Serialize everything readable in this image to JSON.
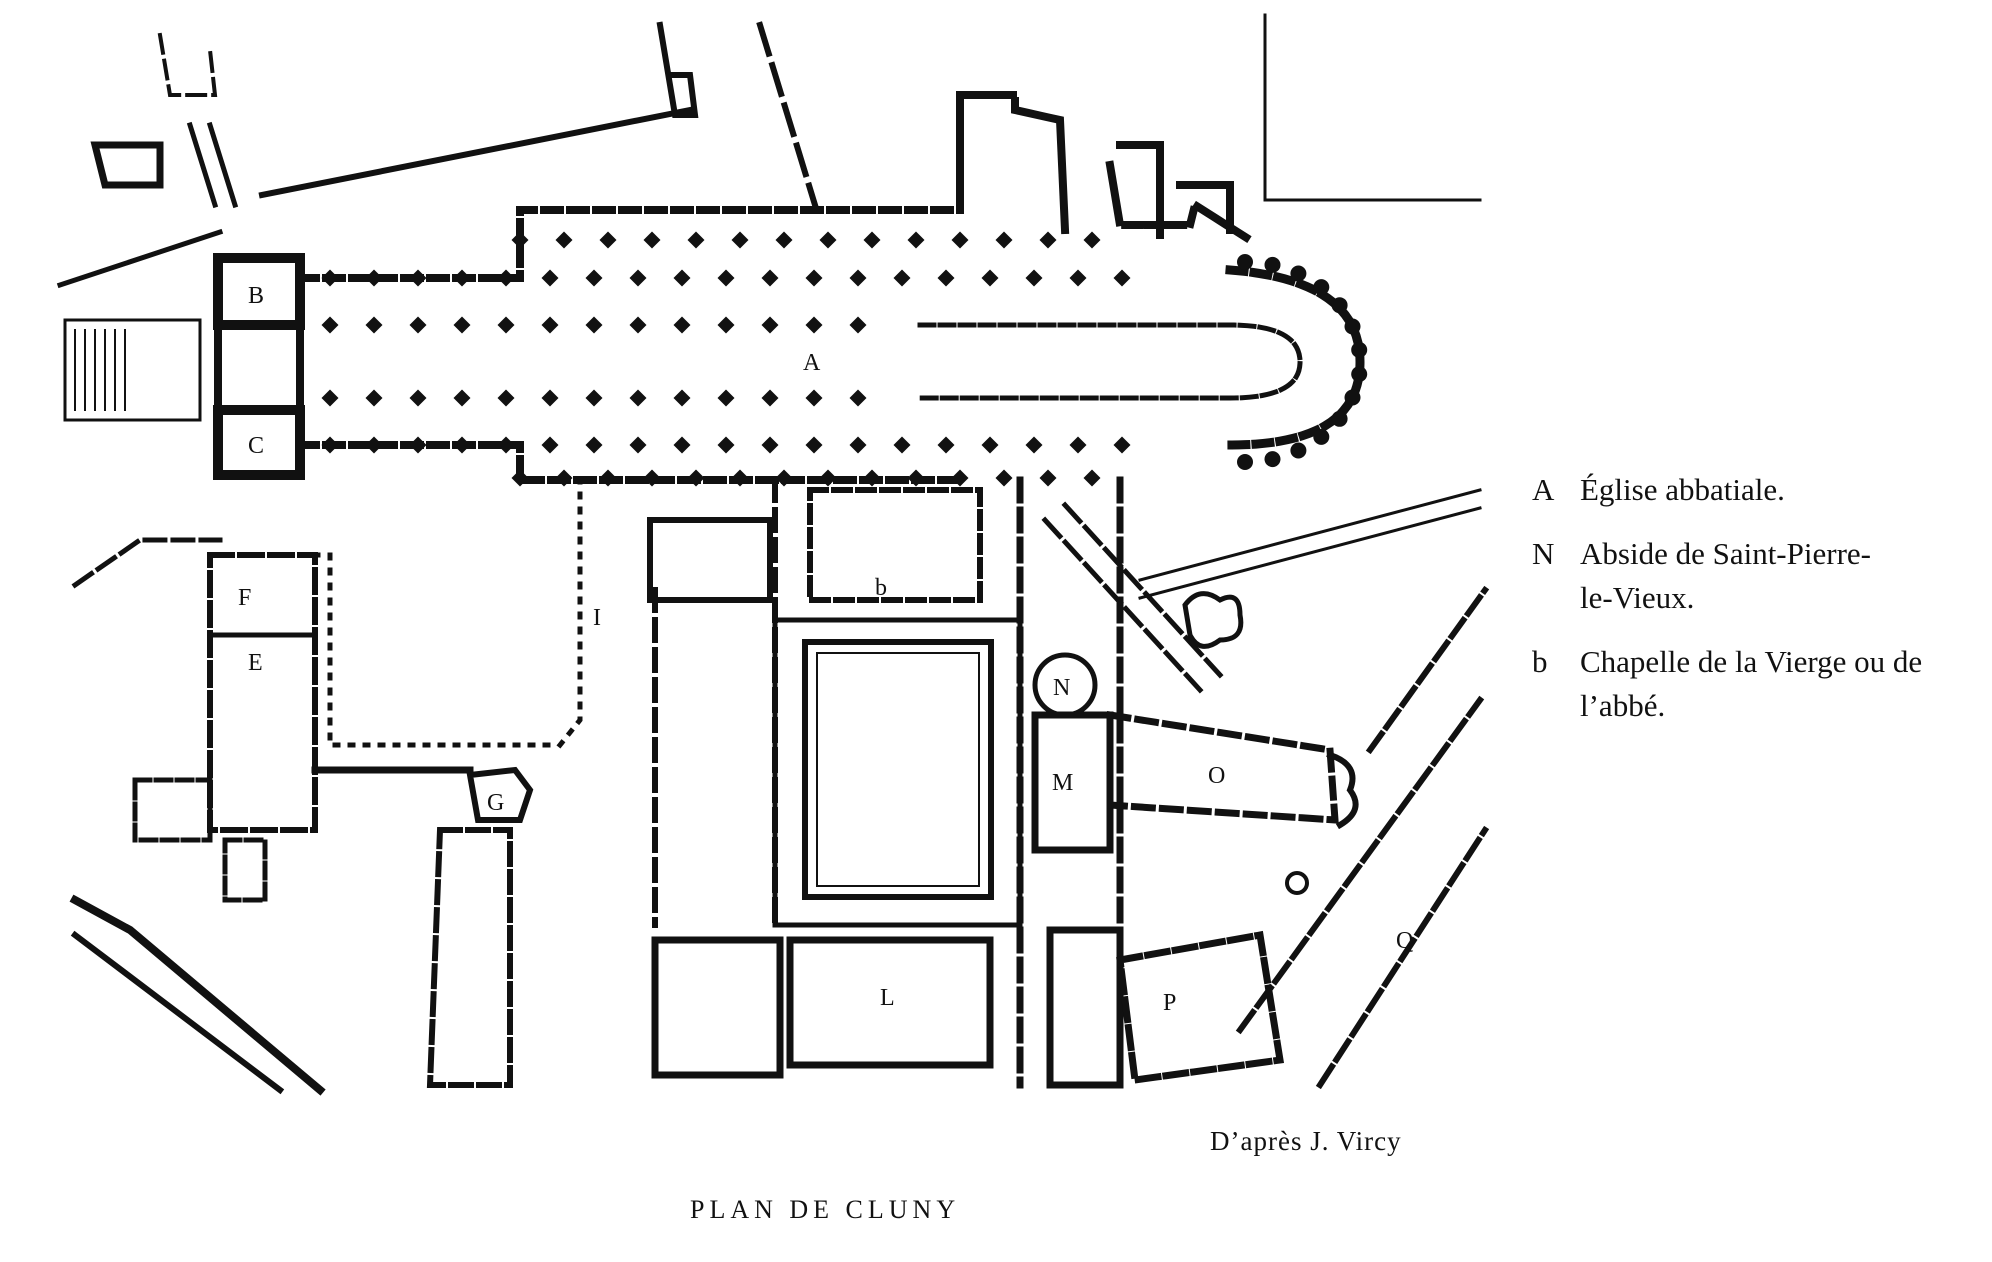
{
  "plan": {
    "letters": [
      "A",
      "B",
      "C",
      "E",
      "F",
      "G",
      "I",
      "L",
      "M",
      "N",
      "O",
      "P",
      "Q",
      "b"
    ]
  },
  "legend": [
    {
      "letter": "A",
      "text": "Église abbatiale."
    },
    {
      "letter": "N",
      "text": "Abside de Saint-Pierre-le-Vieux."
    },
    {
      "letter": "b",
      "text": "Chapelle de la Vierge ou de l’abbé."
    }
  ],
  "credit": "D’après J. Vircy",
  "title": "PLAN DE CLUNY"
}
